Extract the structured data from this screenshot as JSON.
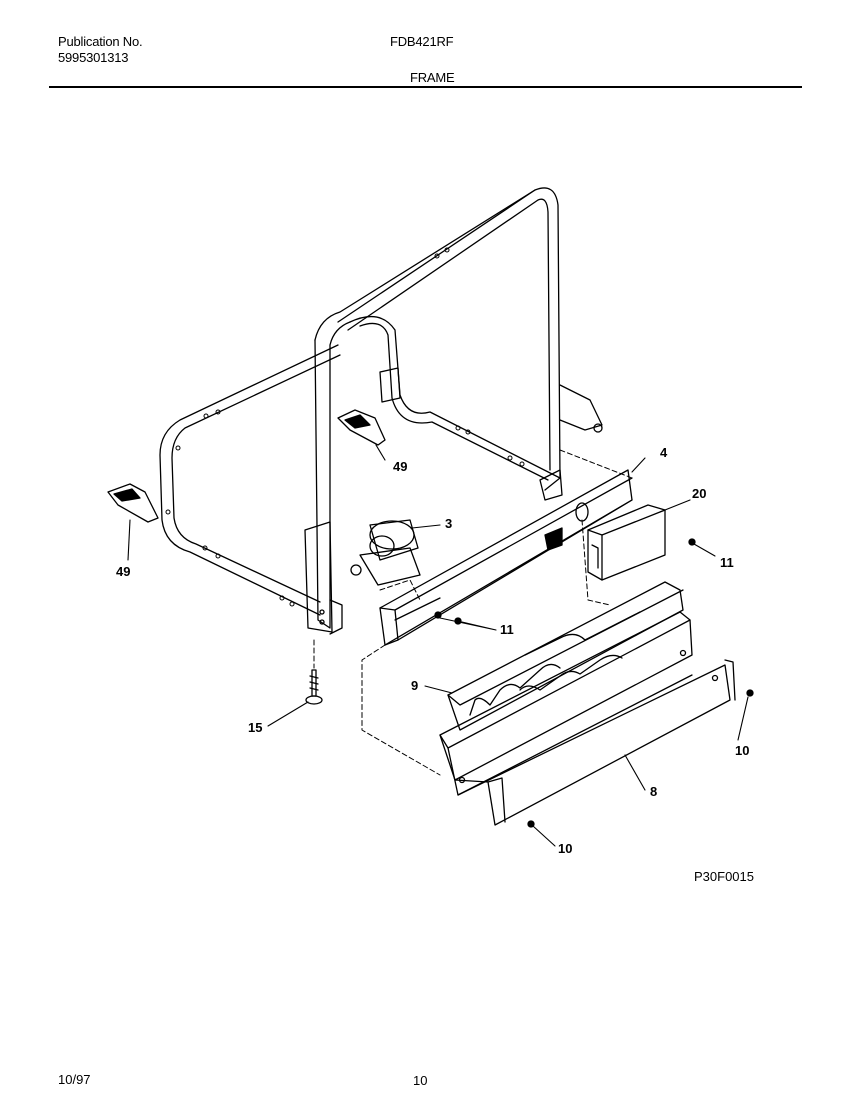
{
  "header": {
    "publication_label": "Publication No.",
    "publication_number": "5995301313",
    "model": "FDB421RF",
    "section_title": "FRAME"
  },
  "footer": {
    "date": "10/97",
    "page_number": "10"
  },
  "figure_code": "P30F0015",
  "callouts": {
    "c3": "3",
    "c4": "4",
    "c20": "20",
    "c11a": "11",
    "c11b": "11",
    "c49a": "49",
    "c49b": "49",
    "c15": "15",
    "c9": "9",
    "c10a": "10",
    "c10b": "10",
    "c8": "8"
  }
}
